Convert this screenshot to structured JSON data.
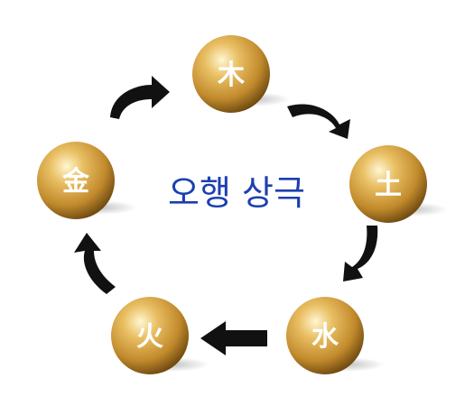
{
  "title": "오행 상극",
  "elements": [
    {
      "id": "wood",
      "label": "木"
    },
    {
      "id": "earth",
      "label": "土"
    },
    {
      "id": "water",
      "label": "水"
    },
    {
      "id": "fire",
      "label": "火"
    },
    {
      "id": "metal",
      "label": "金"
    }
  ],
  "cycle": [
    {
      "from": "metal",
      "to": "wood"
    },
    {
      "from": "wood",
      "to": "earth"
    },
    {
      "from": "earth",
      "to": "water"
    },
    {
      "from": "water",
      "to": "fire"
    },
    {
      "from": "fire",
      "to": "metal"
    }
  ],
  "colors": {
    "title": "#1c3fb0",
    "orb_highlight": "#fff3c4",
    "orb_mid": "#d9a441",
    "orb_dark": "#7a5313",
    "arrow": "#111111"
  }
}
